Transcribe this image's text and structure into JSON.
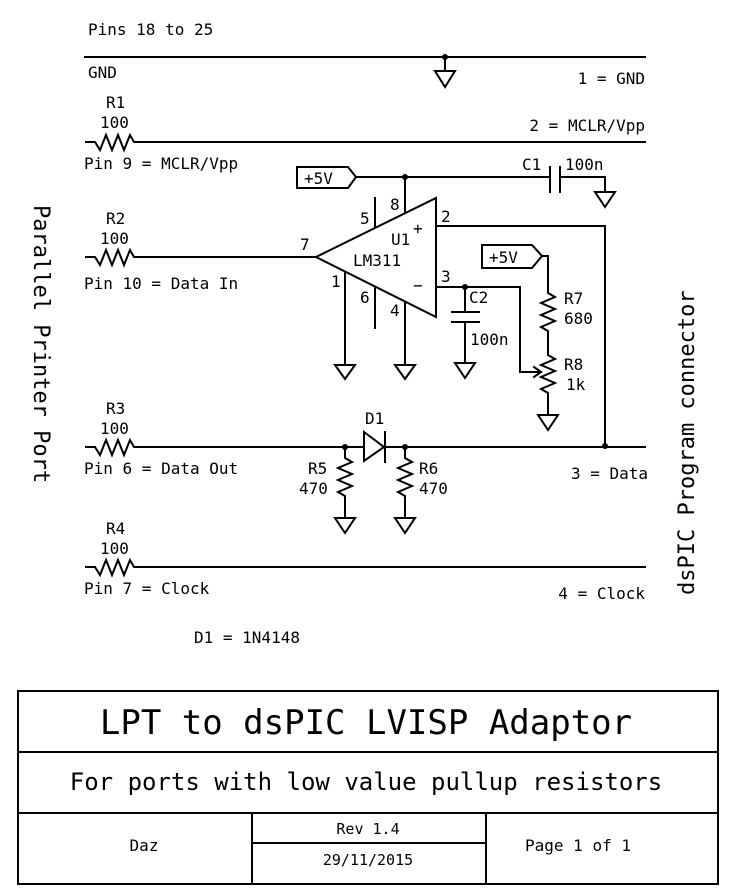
{
  "header": {
    "pins_note": "Pins 18 to 25",
    "gnd_label": "GND"
  },
  "left_title": "Parallel Printer Port",
  "right_title": "dsPIC Program connector",
  "connector_pins": [
    {
      "label": "1 = GND"
    },
    {
      "label": "2 = MCLR/Vpp"
    },
    {
      "label": "3 = Data"
    },
    {
      "label": "4 = Clock"
    }
  ],
  "lpt_pins": [
    {
      "label": "Pin 9 = MCLR/Vpp"
    },
    {
      "label": "Pin 10 = Data In"
    },
    {
      "label": "Pin 6 = Data Out"
    },
    {
      "label": "Pin 7 = Clock"
    }
  ],
  "components": {
    "R1": {
      "ref": "R1",
      "value": "100"
    },
    "R2": {
      "ref": "R2",
      "value": "100"
    },
    "R3": {
      "ref": "R3",
      "value": "100"
    },
    "R4": {
      "ref": "R4",
      "value": "100"
    },
    "R5": {
      "ref": "R5",
      "value": "470"
    },
    "R6": {
      "ref": "R6",
      "value": "470"
    },
    "R7": {
      "ref": "R7",
      "value": "680"
    },
    "R8": {
      "ref": "R8",
      "value": "1k"
    },
    "C1": {
      "ref": "C1",
      "value": "100n"
    },
    "C2": {
      "ref": "C2",
      "value": "100n"
    },
    "D1": {
      "ref": "D1"
    },
    "U1": {
      "ref": "U1",
      "part": "LM311",
      "pins": {
        "p1": "1",
        "p2": "2",
        "p3": "3",
        "p4": "4",
        "p5": "5",
        "p6": "6",
        "p7": "7",
        "p8": "8"
      },
      "plus": "+",
      "minus": "−"
    }
  },
  "power_labels": {
    "supply": "+5V"
  },
  "note": "D1 = 1N4148",
  "title_block": {
    "title": "LPT to dsPIC LVISP Adaptor",
    "subtitle": "For ports with low value pullup resistors",
    "author": "Daz",
    "revision": "Rev 1.4",
    "date": "29/11/2015",
    "page": "Page 1 of 1"
  }
}
